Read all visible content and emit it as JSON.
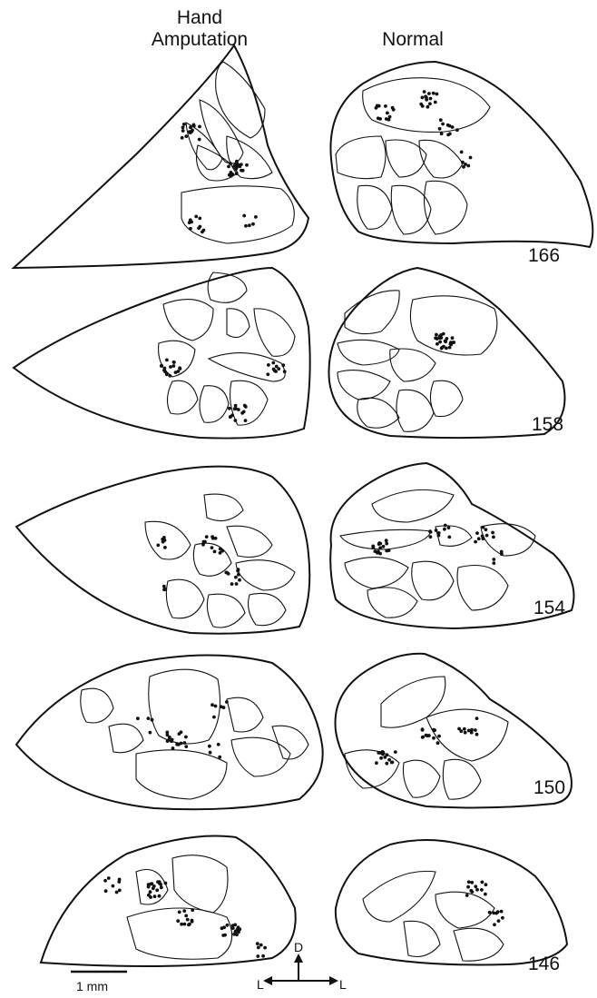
{
  "columns": {
    "left": "Hand\nAmputation",
    "right": "Normal"
  },
  "sections": [
    "166",
    "158",
    "154",
    "150",
    "146"
  ],
  "scale_bar": {
    "label": "1 mm"
  },
  "orientation": {
    "dorsal": "D",
    "left_lateral": "L",
    "right_lateral": "L"
  },
  "colors": {
    "ink": "#111111",
    "background": "#ffffff"
  }
}
